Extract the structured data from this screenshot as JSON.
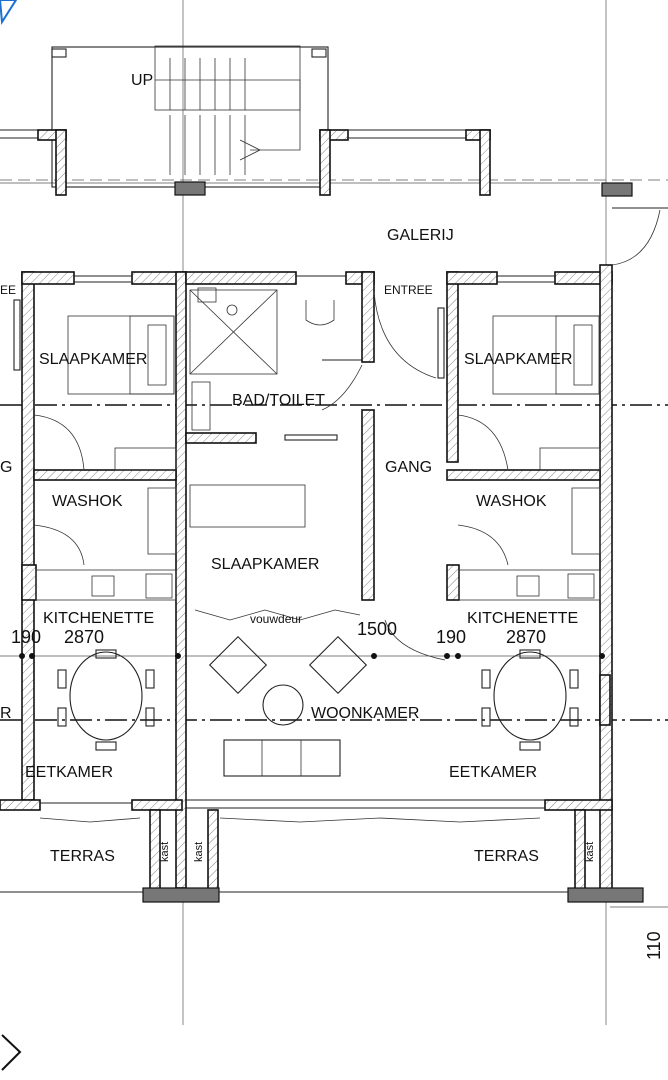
{
  "plan": {
    "stair_label": "UP",
    "galerij": "GALERIJ",
    "entree_left_cut": "EE",
    "entree": "ENTREE",
    "slaapkamer_left": "SLAAPKAMER",
    "slaapkamer_center": "SLAAPKAMER",
    "slaapkamer_right": "SLAAPKAMER",
    "bad_toilet": "BAD/TOILET",
    "gang_left_cut": "G",
    "gang": "GANG",
    "washok_left": "WASHOK",
    "washok_right": "WASHOK",
    "kitchenette_left": "KITCHENETTE",
    "kitchenette_right": "KITCHENETTE",
    "vouwdeur": "vouwdeur",
    "woonkamer": "WOONKAMER",
    "woonkamer_left_cut": "R",
    "eetkamer_left": "EETKAMER",
    "eetkamer_right": "EETKAMER",
    "terras_left": "TERRAS",
    "terras_right": "TERRAS",
    "kast_1": "kast",
    "kast_2": "kast",
    "kast_3": "kast"
  },
  "dimensions": {
    "left_190": "190",
    "left_2870": "2870",
    "center_1500": "1500",
    "right_190": "190",
    "right_2870": "2870",
    "side_110": "110"
  }
}
